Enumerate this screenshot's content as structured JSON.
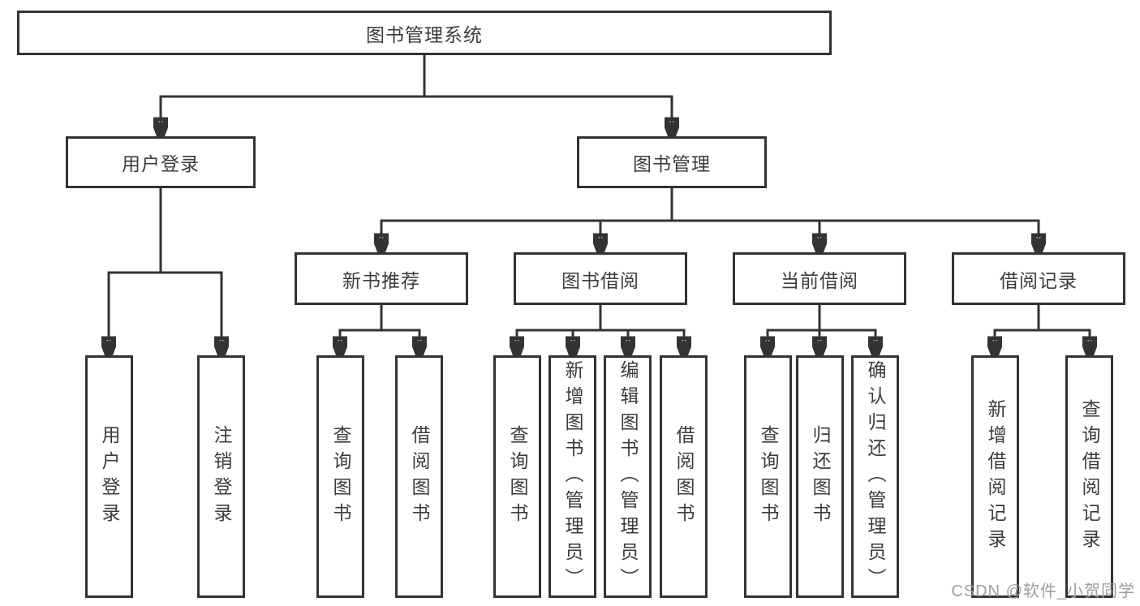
{
  "diagram_title": "图书管理系统",
  "tree": {
    "label": "图书管理系统",
    "children": [
      {
        "label": "用户登录",
        "children": [
          {
            "label": "用户登录"
          },
          {
            "label": "注销登录"
          }
        ]
      },
      {
        "label": "图书管理",
        "children": [
          {
            "label": "新书推荐",
            "children": [
              {
                "label": "查询图书"
              },
              {
                "label": "借阅图书"
              }
            ]
          },
          {
            "label": "图书借阅",
            "children": [
              {
                "label": "查询图书"
              },
              {
                "label": "新增图书（管理员）"
              },
              {
                "label": "编辑图书（管理员）"
              },
              {
                "label": "借阅图书"
              }
            ]
          },
          {
            "label": "当前借阅",
            "children": [
              {
                "label": "查询图书"
              },
              {
                "label": "归还图书"
              },
              {
                "label": "确认归还（管理员）"
              }
            ]
          },
          {
            "label": "借阅记录",
            "children": [
              {
                "label": "新增借阅记录"
              },
              {
                "label": "查询借阅记录"
              }
            ]
          }
        ]
      }
    ]
  },
  "watermark": {
    "text": "CSDN @软件_小贺同学"
  },
  "colors": {
    "line": "#333333",
    "box_border": "#333333",
    "text": "#3c3c3c",
    "watermark": "#9e9e9e",
    "background": "#ffffff"
  }
}
